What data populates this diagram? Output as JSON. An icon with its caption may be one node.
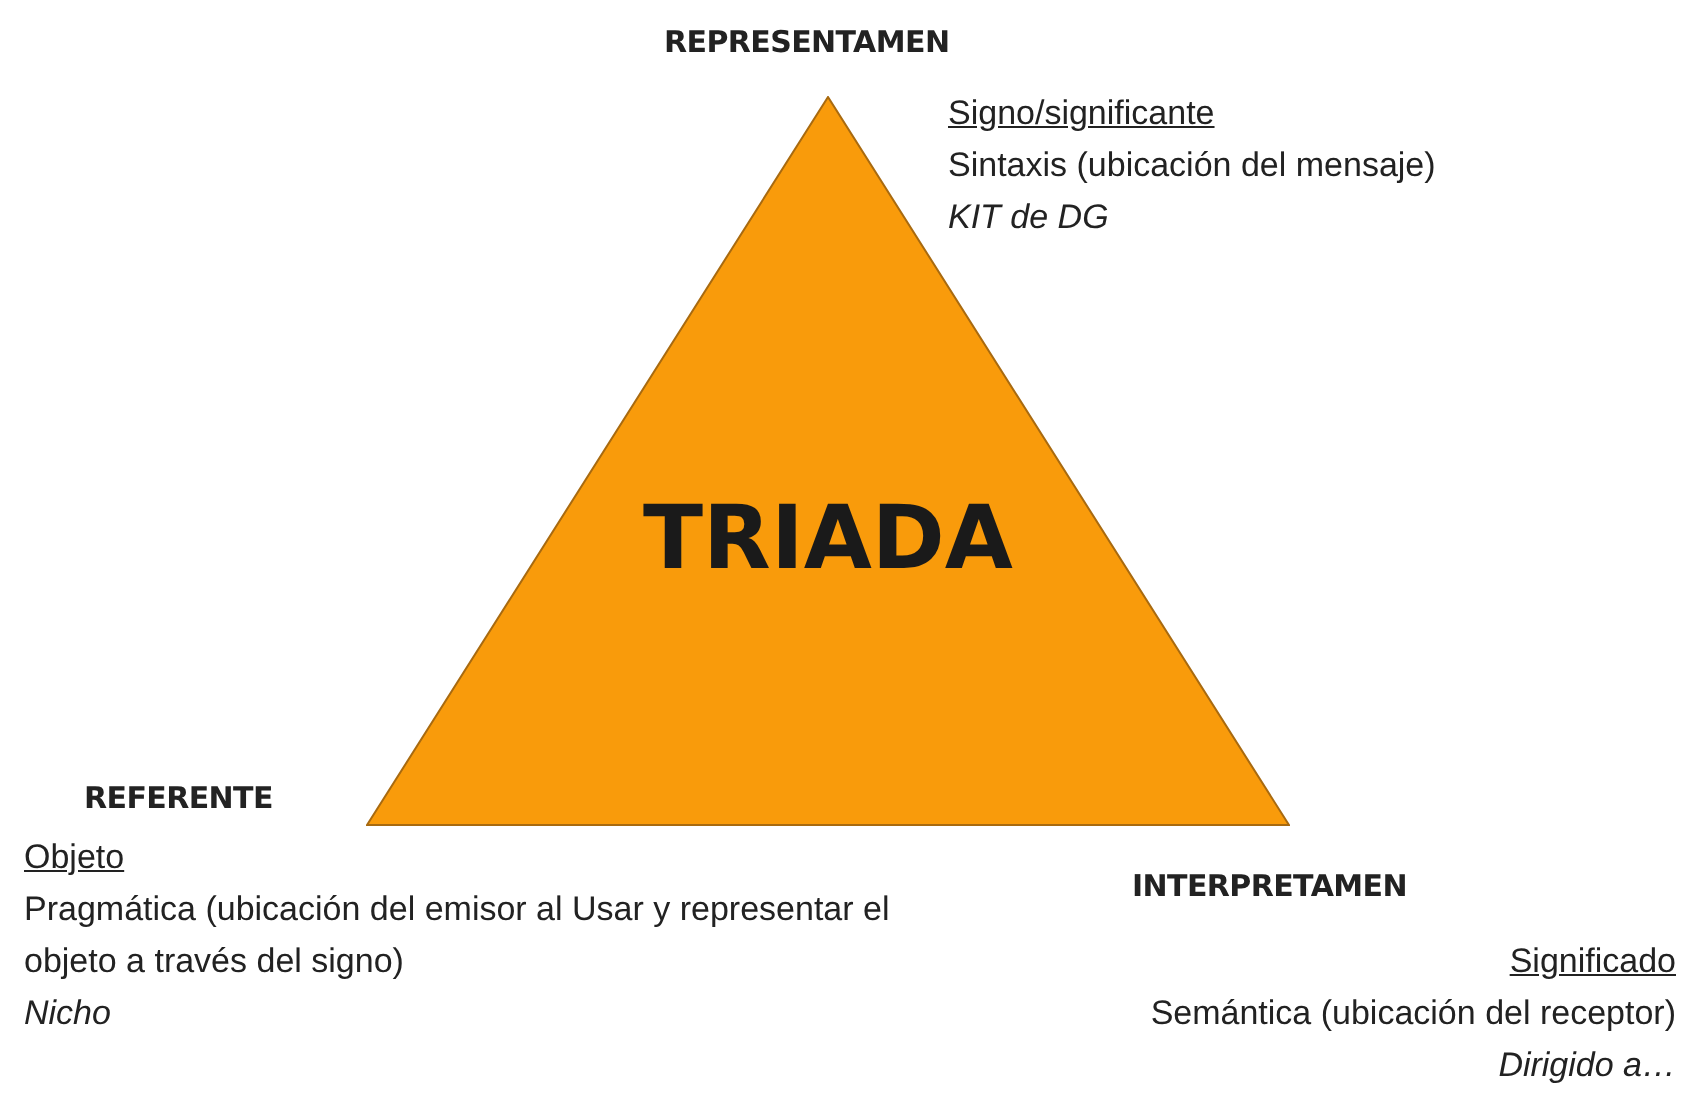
{
  "diagram": {
    "nodes": [
      {
        "text": [
          "TRIADA"
        ]
      }
    ],
    "labels": [
      "REPRESENTAMEN",
      "Signo/significante",
      "Sintaxis (ubicación del mensaje)",
      "KIT de DG",
      "REFERENTE",
      "Objeto",
      "Pragmática (ubicación del emisor al Usar y representar el objeto a través del signo)",
      "Nicho",
      "INTERPRETAMEN",
      "Significado",
      "Semántica (ubicación del receptor)",
      "Dirigido a…"
    ]
  }
}
